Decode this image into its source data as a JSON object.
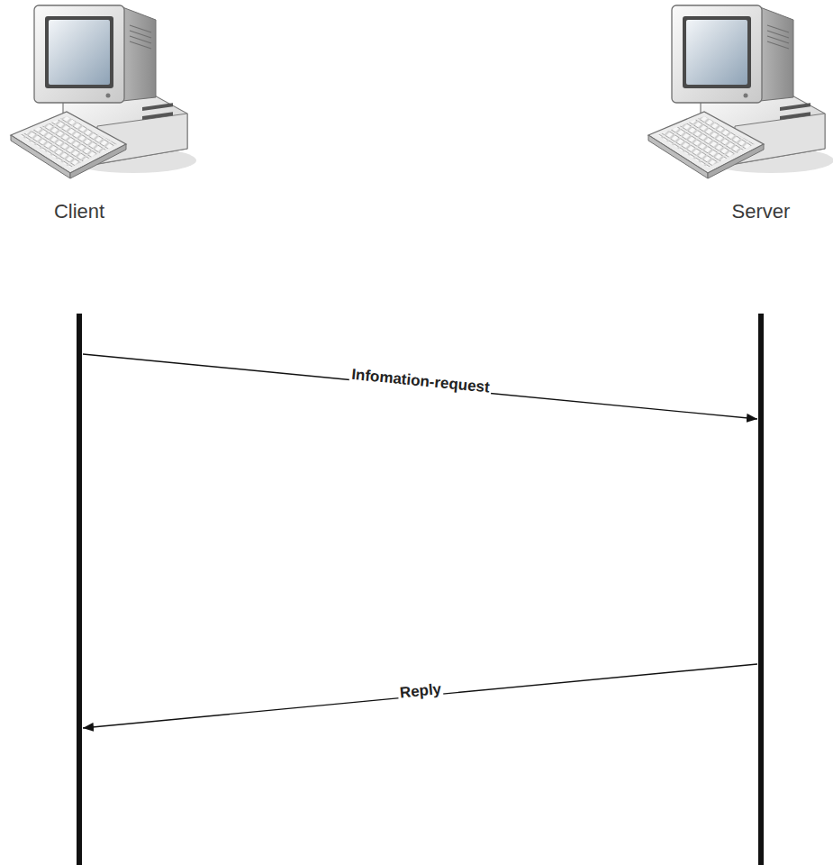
{
  "diagram": {
    "nodes": [
      {
        "text": [
          "Client"
        ]
      },
      {
        "text": [
          "Server"
        ]
      }
    ],
    "edges": [
      {
        "from": 0,
        "to": 1,
        "arrow": "to",
        "label": "Infomation-request"
      },
      {
        "from": 1,
        "to": 0,
        "arrow": "to",
        "label": "Reply"
      }
    ]
  }
}
